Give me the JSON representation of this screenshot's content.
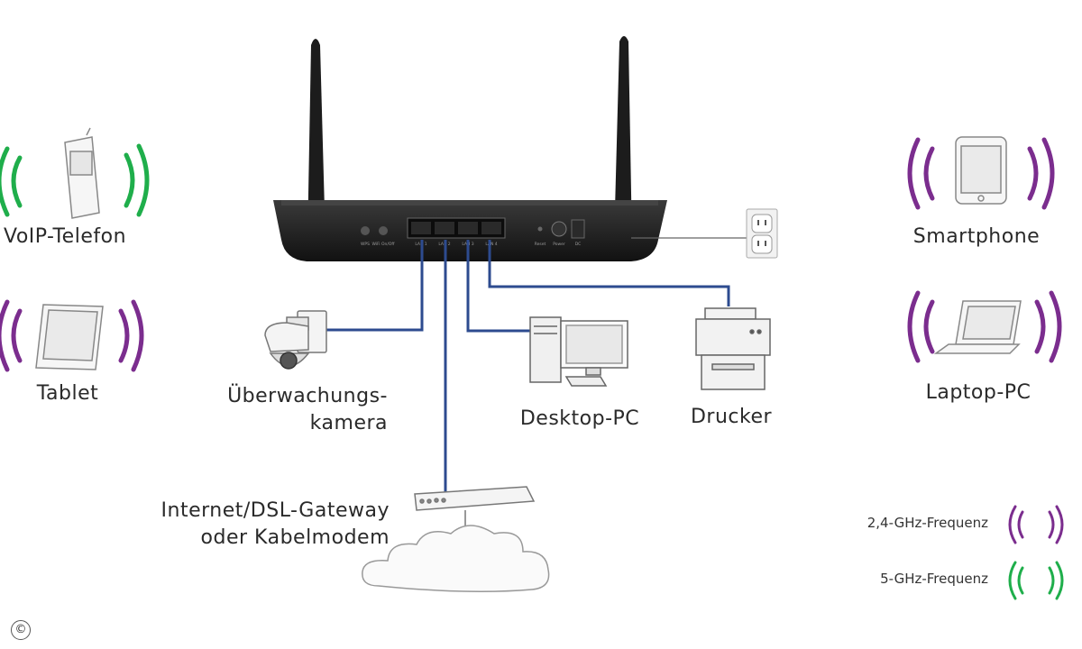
{
  "labels": {
    "voip": "VoIP-Telefon",
    "tablet": "Tablet",
    "smartphone": "Smartphone",
    "laptop": "Laptop-PC",
    "camera_line1": "Überwachungs-",
    "camera_line2": "kamera",
    "desktop": "Desktop-PC",
    "printer": "Drucker",
    "gateway_line1": "Internet/DSL-Gateway",
    "gateway_line2": "oder Kabelmodem"
  },
  "router_ports": {
    "wps": "WPS",
    "wifi": "WiFi On/Off",
    "lan_ports": [
      "LAN 1",
      "LAN 2",
      "LAN 3",
      "LAN 4"
    ],
    "reset": "Reset",
    "power": "Power",
    "dc": "DC"
  },
  "legend": {
    "freq_24": "2,4-GHz-Frequenz",
    "freq_5": "5-GHz-Frequenz"
  },
  "colors": {
    "wave_24ghz": "#7b2d8e",
    "wave_5ghz": "#1fae4b",
    "cable": "#2d4b8f",
    "router_body": "#1e1e1e"
  },
  "copyright": "©"
}
